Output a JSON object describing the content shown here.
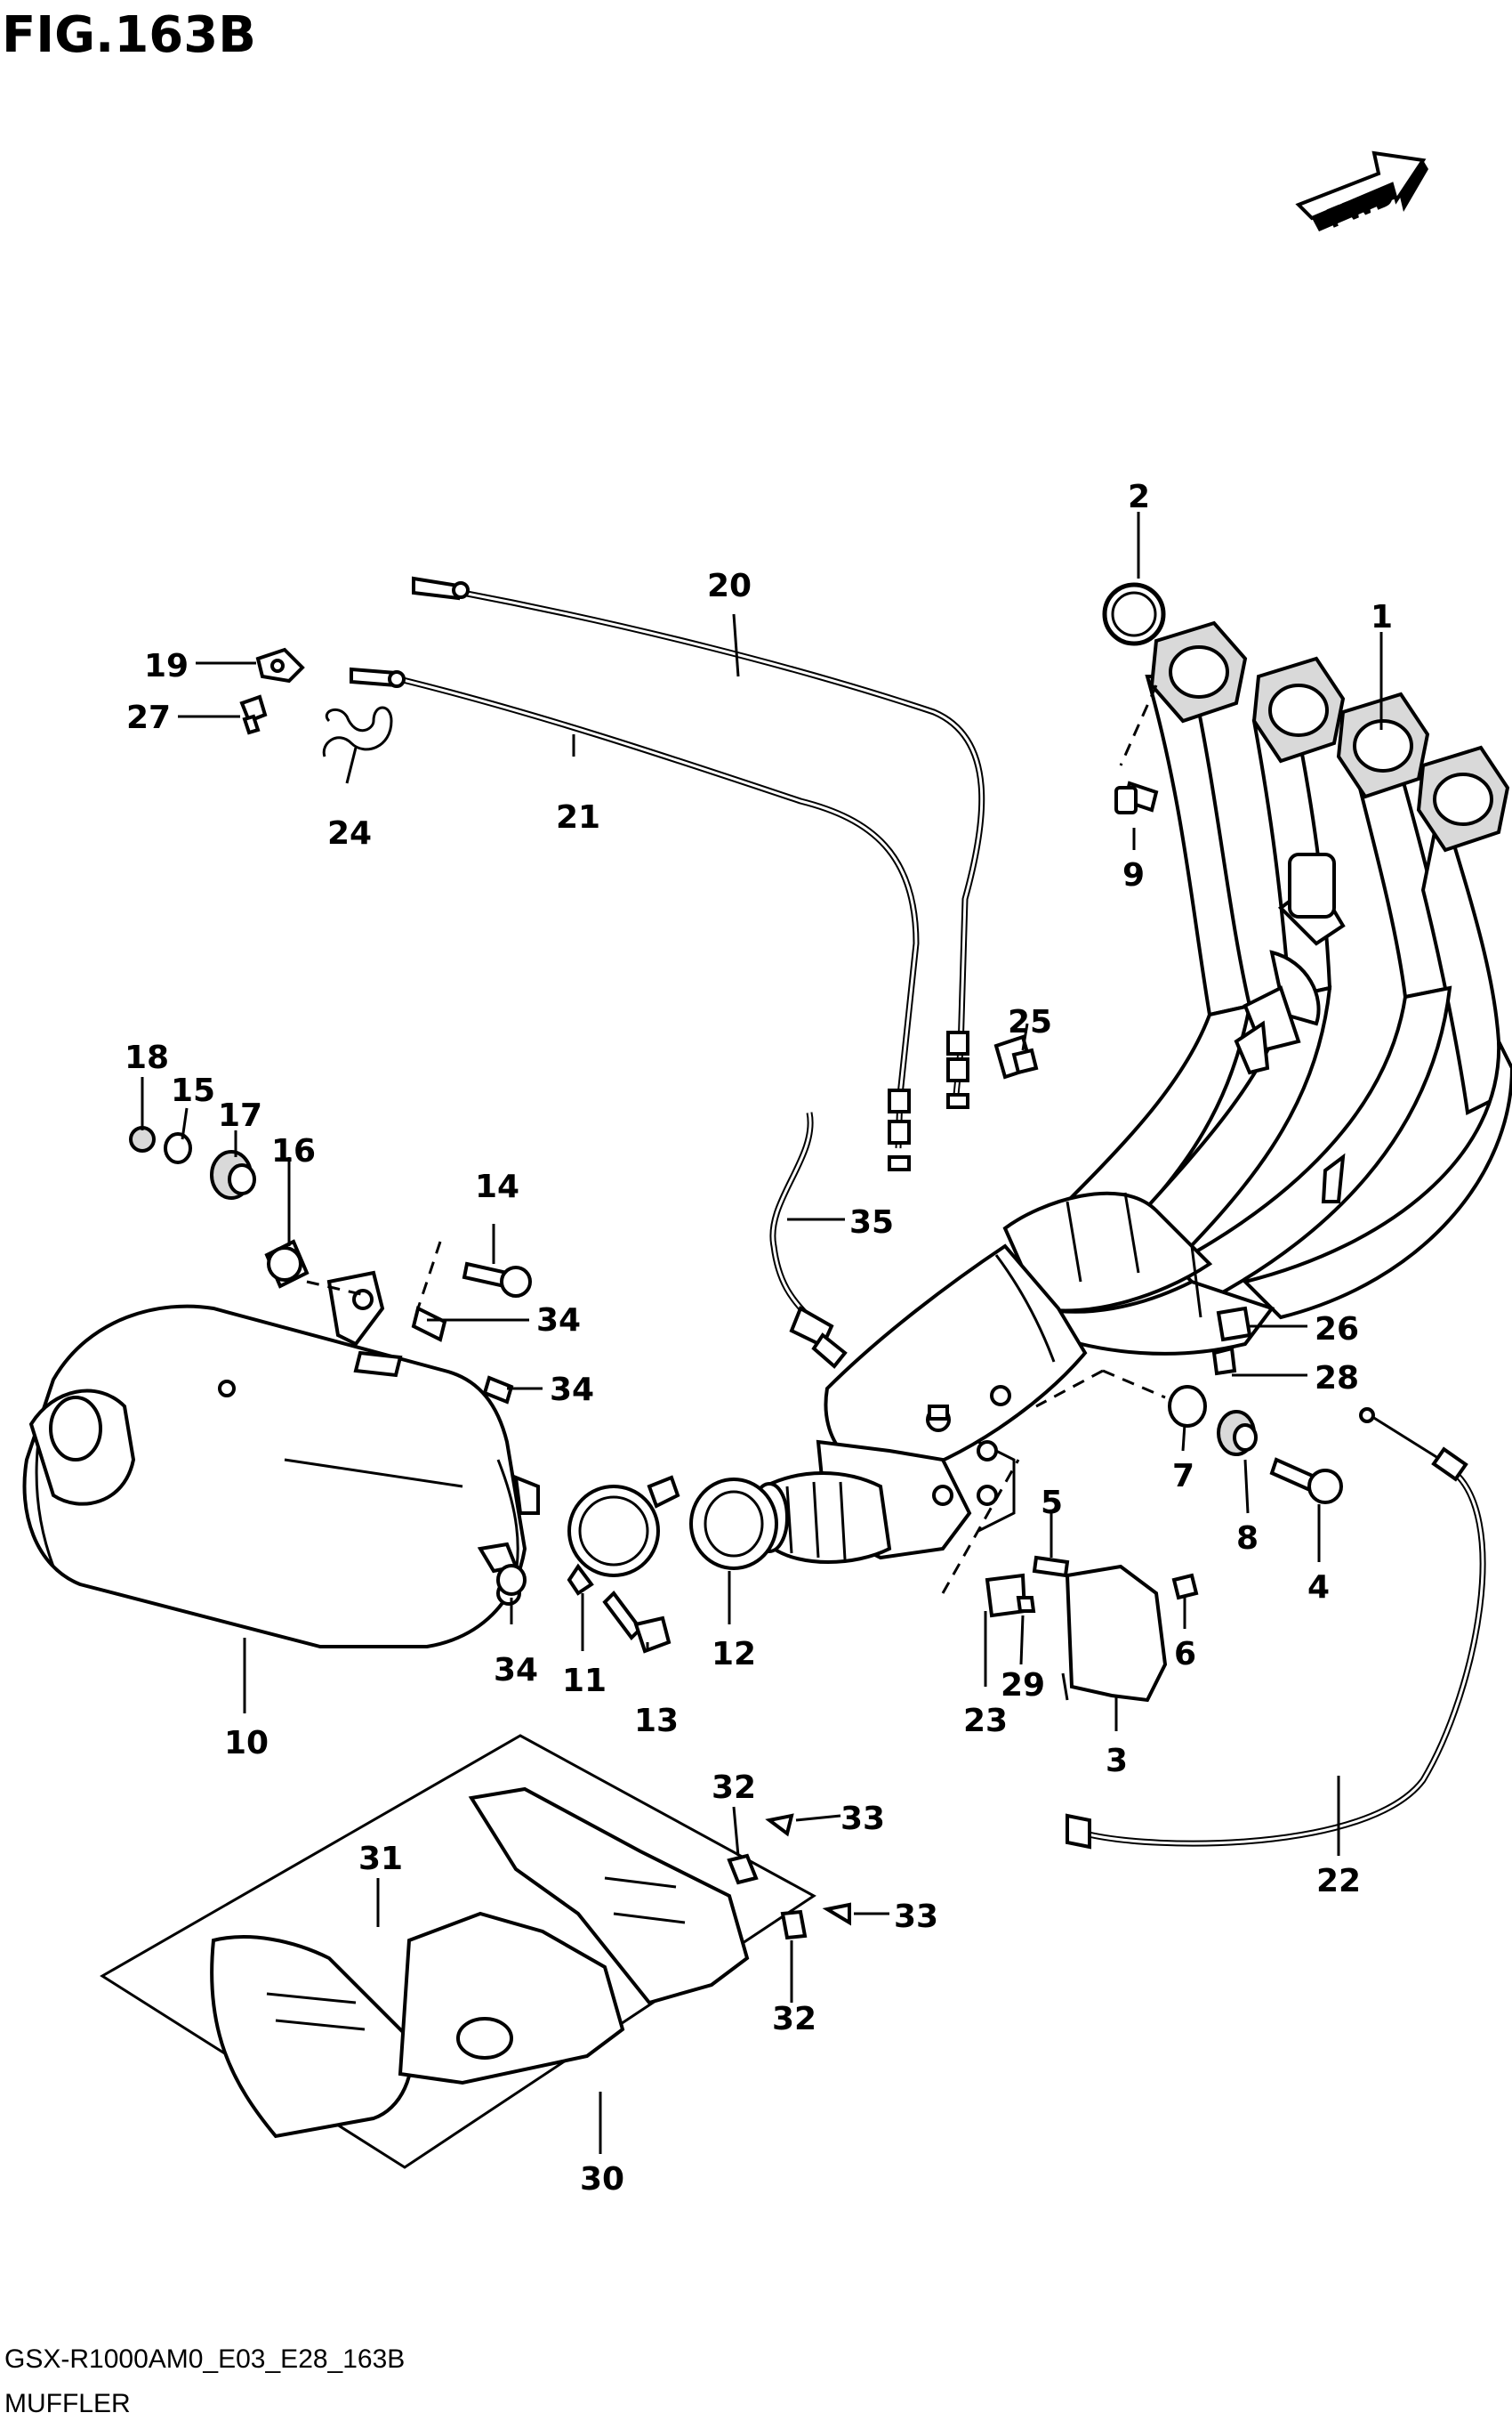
{
  "header": {
    "figure_title": "FIG.163B"
  },
  "fwd_label": "FWD",
  "footer": {
    "model_code": "GSX-R1000AM0_E03_E28_163B",
    "section_name": "MUFFLER"
  },
  "callouts": {
    "c1": "1",
    "c2": "2",
    "c3": "3",
    "c4": "4",
    "c5": "5",
    "c6": "6",
    "c7": "7",
    "c8": "8",
    "c9": "9",
    "c10": "10",
    "c11": "11",
    "c12": "12",
    "c13": "13",
    "c14": "14",
    "c15": "15",
    "c16": "16",
    "c17": "17",
    "c18": "18",
    "c19": "19",
    "c20": "20",
    "c21": "21",
    "c22": "22",
    "c23": "23",
    "c24": "24",
    "c25": "25",
    "c26": "26",
    "c27": "27",
    "c28": "28",
    "c29": "29",
    "c30": "30",
    "c31": "31",
    "c32a": "32",
    "c32b": "32",
    "c33a": "33",
    "c33b": "33",
    "c34a": "34",
    "c34b": "34",
    "c34c": "34",
    "c35": "35"
  }
}
